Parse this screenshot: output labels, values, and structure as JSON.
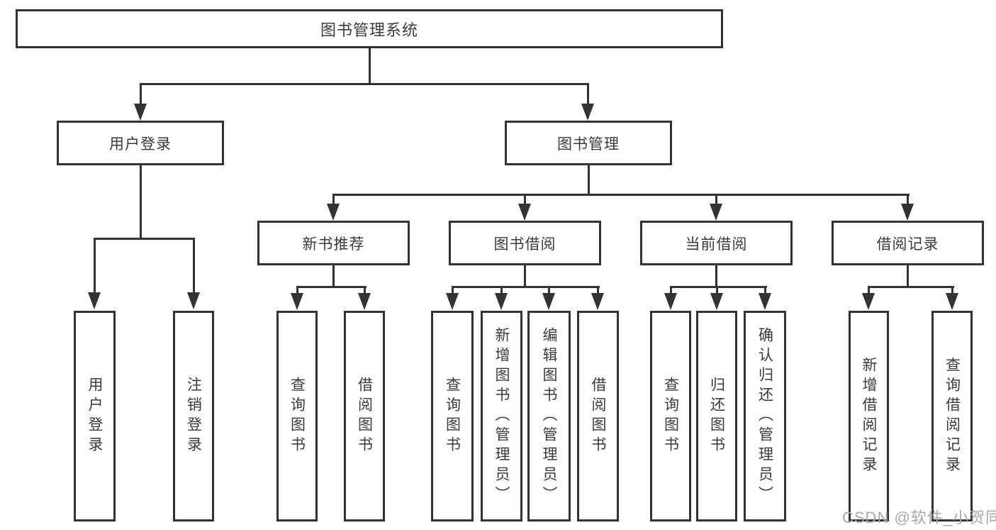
{
  "tree": {
    "root": "图书管理系统",
    "branches": [
      {
        "label": "用户登录",
        "children": [
          "用户登录",
          "注销登录"
        ]
      },
      {
        "label": "图书管理",
        "groups": [
          {
            "label": "新书推荐",
            "children": [
              "查询图书",
              "借阅图书"
            ]
          },
          {
            "label": "图书借阅",
            "children": [
              "查询图书",
              "新增图书（管理员）",
              "编辑图书（管理员）",
              "借阅图书"
            ]
          },
          {
            "label": "当前借阅",
            "children": [
              "查询图书",
              "归还图书",
              "确认归还（管理员）"
            ]
          },
          {
            "label": "借阅记录",
            "children": [
              "新增借阅记录",
              "查询借阅记录"
            ]
          }
        ]
      }
    ]
  },
  "watermark": {
    "text": "CSDN @软件_小贺同学"
  },
  "colors": {
    "line": "#333333",
    "text": "#3a3a3a",
    "watermark": "#a9a9a9",
    "background": "#ffffff"
  }
}
